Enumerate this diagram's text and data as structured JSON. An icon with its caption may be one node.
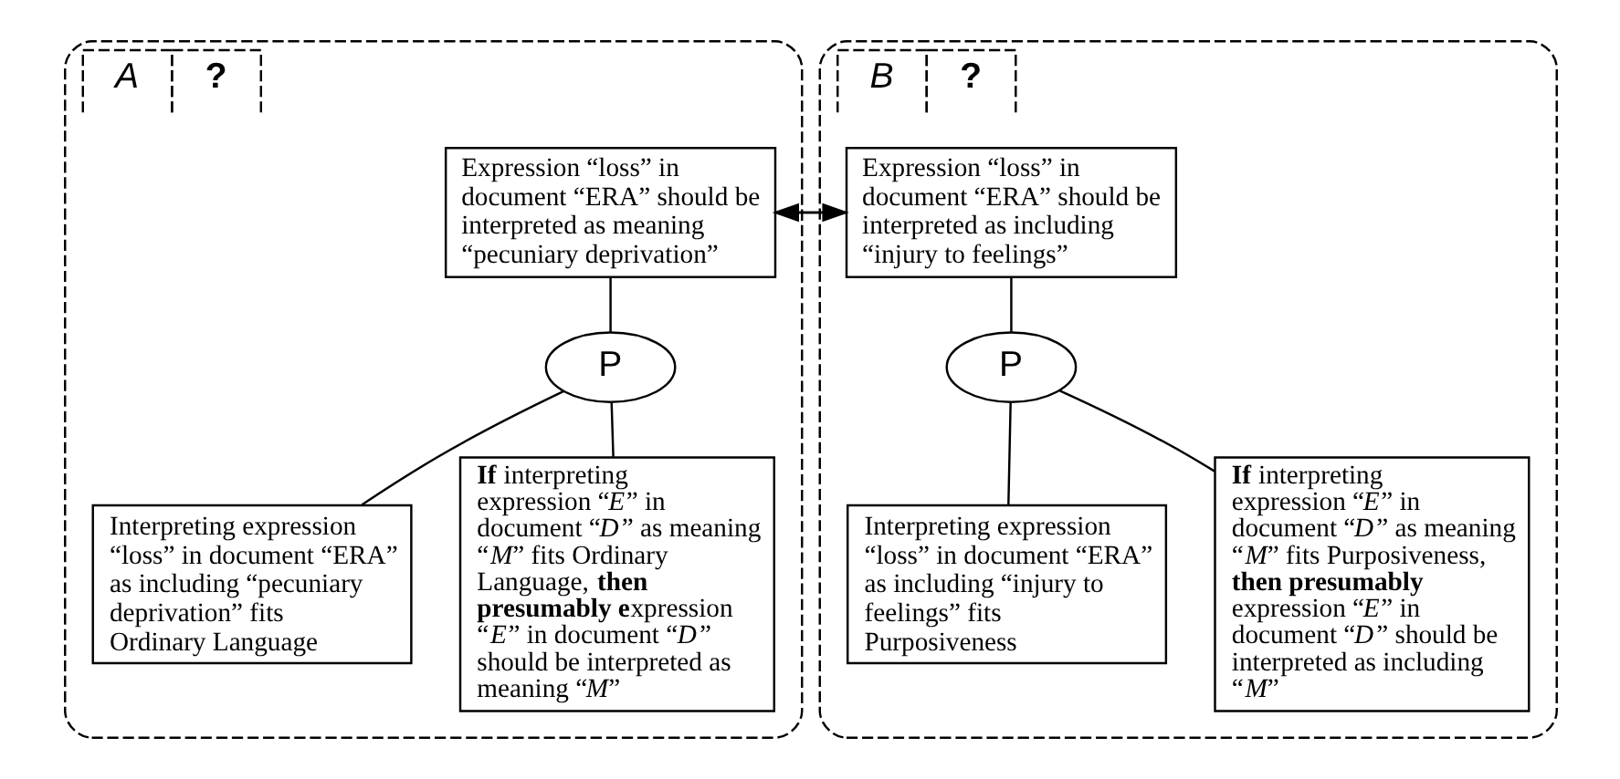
{
  "diagram": {
    "nodes": [
      {
        "text": [
          "A",
          "?"
        ]
      },
      {
        "text": [
          "Expression “loss” in document “ERA” should be interpreted as meaning “pecuniary deprivation”"
        ],
        "in": 0
      },
      {
        "text": [
          "P"
        ],
        "in": 0
      },
      {
        "text": [
          "Interpreting expression “loss” in document “ERA” as including “pecuniary deprivation” fits Ordinary Language"
        ],
        "in": 0
      },
      {
        "text": [
          "**If** interpreting expression “*E*” in document “*D*” as meaning “*M*” fits Ordinary Language, **then presumably e**xpression “*E*” in document “*D*” should be interpreted as meaning “*M*”"
        ],
        "in": 0
      },
      {
        "text": [
          "B",
          "?"
        ]
      },
      {
        "text": [
          "Expression “loss” in document “ERA” should be interpreted as including “injury to feelings”"
        ],
        "in": 5
      },
      {
        "text": [
          "P"
        ],
        "in": 5
      },
      {
        "text": [
          "Interpreting expression “loss” in document “ERA” as including “injury to feelings” fits Purposiveness"
        ],
        "in": 5
      },
      {
        "text": [
          "**If** interpreting expression “*E*” in document “*D*” as meaning “*M*” fits Purposiveness, **then presumably** expression “*E*” in document “*D*” should be interpreted as including “*M*”"
        ],
        "in": 5
      }
    ],
    "edges": [
      {
        "from": 1,
        "to": 6,
        "arrow": "to"
      },
      {
        "from": 6,
        "to": 1,
        "arrow": "to"
      },
      {
        "from": 1,
        "to": 2,
        "arrow": "none"
      },
      {
        "from": 2,
        "to": 3,
        "arrow": "none"
      },
      {
        "from": 2,
        "to": 4,
        "arrow": "none"
      },
      {
        "from": 6,
        "to": 7,
        "arrow": "none"
      },
      {
        "from": 7,
        "to": 8,
        "arrow": "none"
      },
      {
        "from": 7,
        "to": 9,
        "arrow": "none"
      }
    ]
  }
}
